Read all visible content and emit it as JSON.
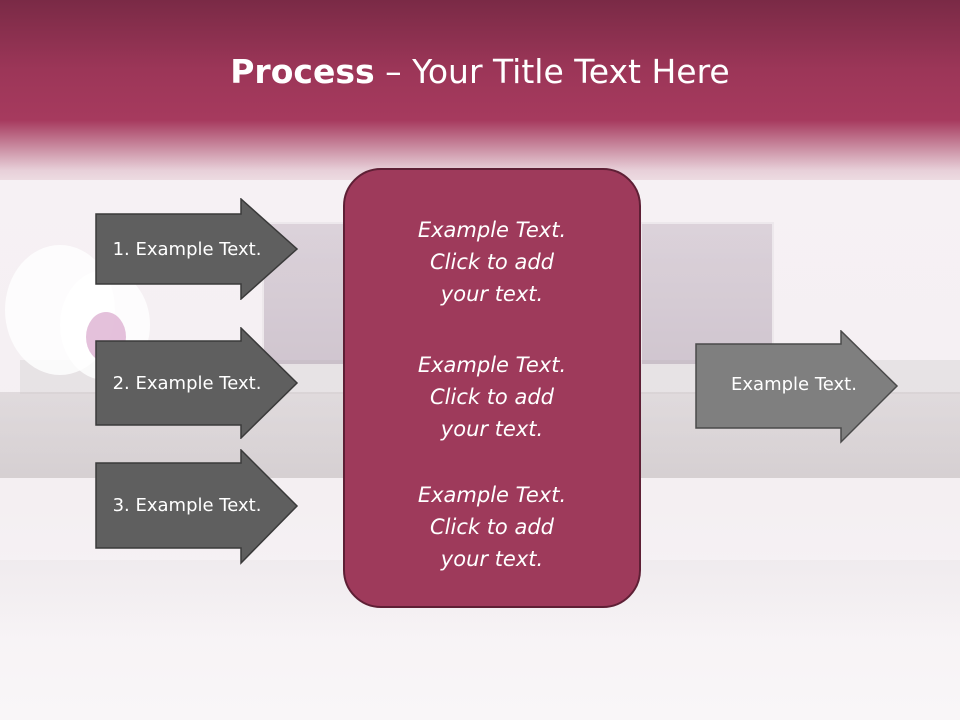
{
  "slide": {
    "title_bold": "Process",
    "title_rest": " – Your Title Text Here"
  },
  "inputs": [
    {
      "label": "1. Example Text."
    },
    {
      "label": "2. Example Text."
    },
    {
      "label": "3. Example Text."
    }
  ],
  "center": {
    "blocks": [
      {
        "line1": "Example Text.",
        "line2": "Click  to add",
        "line3": "your text."
      },
      {
        "line1": "Example Text.",
        "line2": "Click  to add",
        "line3": "your text."
      },
      {
        "line1": "Example Text.",
        "line2": "Click  to add",
        "line3": "your text."
      }
    ]
  },
  "output": {
    "label": "Example Text."
  },
  "colors": {
    "header": "#a63a5e",
    "center_fill": "#9e3a5b",
    "arrow_dark": "#5f5f5f",
    "arrow_light": "#7f7f7f"
  }
}
